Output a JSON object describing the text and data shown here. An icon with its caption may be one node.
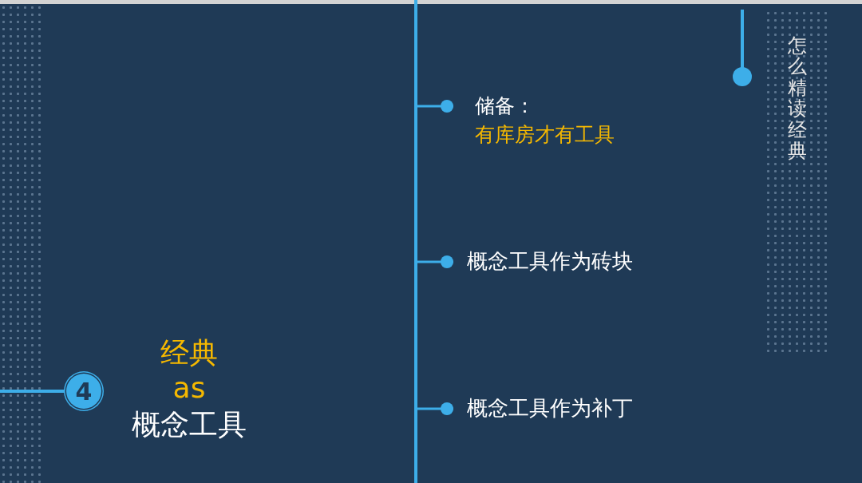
{
  "diagram": {
    "nodes": [
      {
        "text": [
          "4"
        ]
      },
      {
        "text": [
          "储备：",
          "有库房才有工具"
        ]
      },
      {
        "text": [
          "概念工具作为砖块"
        ]
      },
      {
        "text": [
          "概念工具作为补丁"
        ]
      },
      {
        "text": [
          "怎么精读经典"
        ]
      }
    ],
    "edges": [
      {
        "from": null,
        "to": 0,
        "arrow": "none"
      },
      {
        "from": null,
        "to": 1,
        "arrow": "other"
      },
      {
        "from": null,
        "to": 2,
        "arrow": "other"
      },
      {
        "from": null,
        "to": 3,
        "arrow": "other"
      }
    ],
    "labels": [
      "经典",
      "as",
      "概念工具"
    ]
  }
}
